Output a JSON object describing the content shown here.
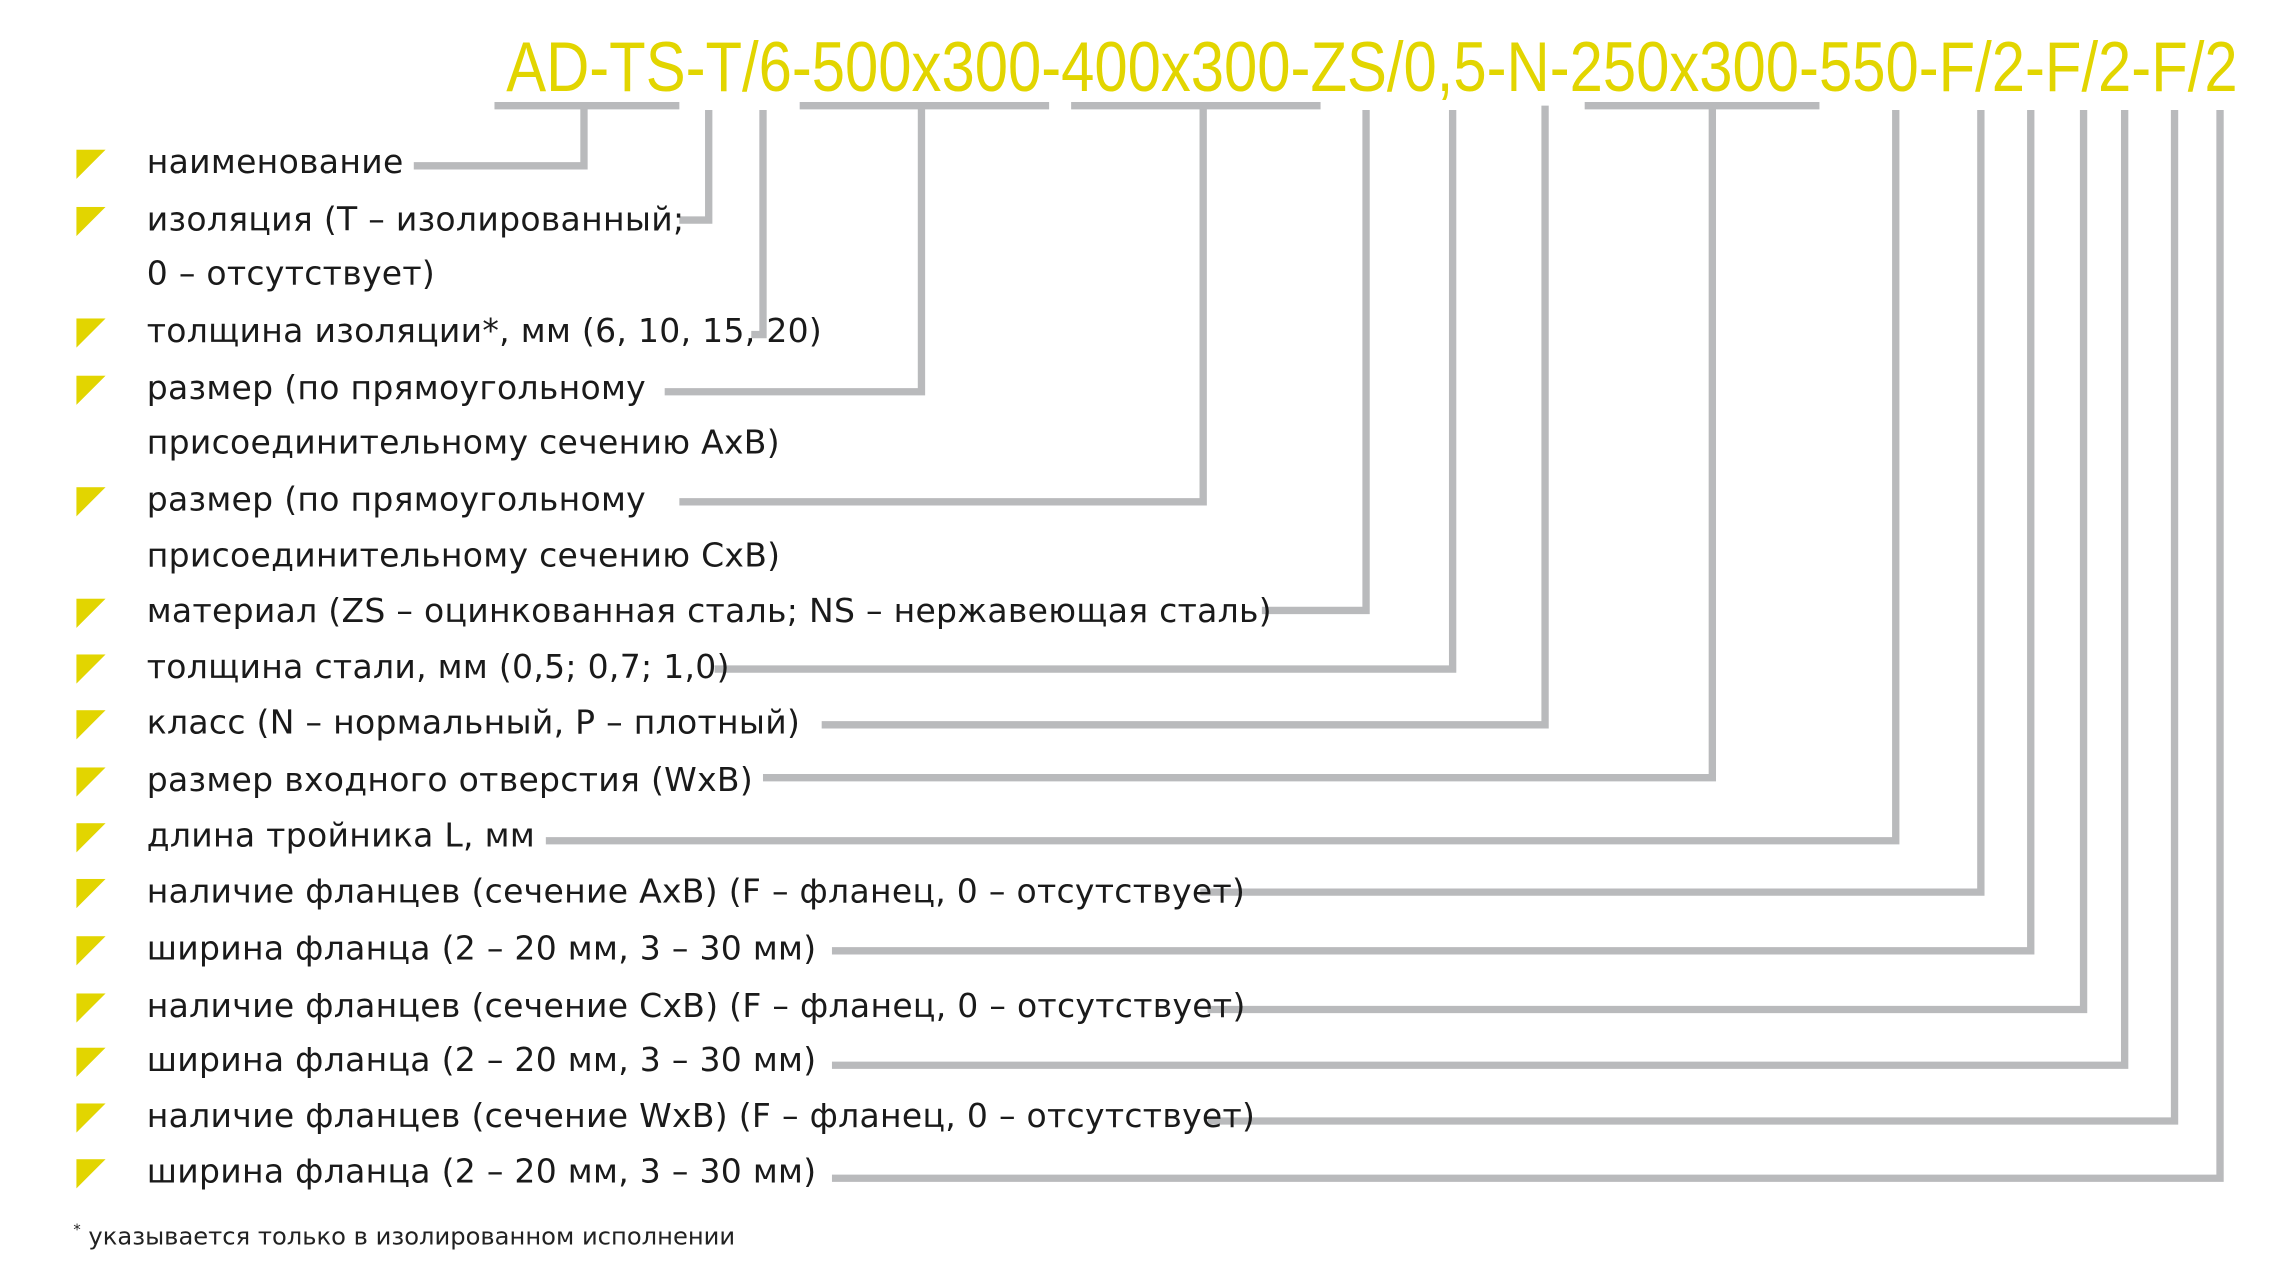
{
  "code": "AD-TS-T/6-500x300-400x300-ZS/0,5-N-250x300-550-F/2-F/2-F/2",
  "colors": {
    "accent": "#e2d500",
    "line": "#b9babc",
    "text": "#1a1a1a"
  },
  "items": [
    {
      "lines": [
        "наименование"
      ]
    },
    {
      "lines": [
        "изоляция (T – изолированный;",
        "0 – отсутствует)"
      ]
    },
    {
      "lines": [
        "толщина изоляции*, мм (6, 10, 15, 20)"
      ]
    },
    {
      "lines": [
        "размер (по прямоугольному",
        "присоединительному сечению AxB)"
      ]
    },
    {
      "lines": [
        "размер (по прямоугольному",
        "присоединительному сечению CxB)"
      ]
    },
    {
      "lines": [
        "материал (ZS – оцинкованная сталь; NS – нержавеющая сталь)"
      ]
    },
    {
      "lines": [
        "толщина стали, мм (0,5; 0,7; 1,0)"
      ]
    },
    {
      "lines": [
        "класс (N – нормальный, P – плотный)"
      ]
    },
    {
      "lines": [
        "размер входного отверстия (WxB)"
      ]
    },
    {
      "lines": [
        "длина тройника L, мм"
      ]
    },
    {
      "lines": [
        "наличие фланцев (сечение AxB) (F – фланец, 0 – отсутствует)"
      ]
    },
    {
      "lines": [
        "ширина фланца (2 – 20 мм, 3 – 30 мм)"
      ]
    },
    {
      "lines": [
        "наличие фланцев (сечение CxB) (F – фланец, 0 – отсутствует)"
      ]
    },
    {
      "lines": [
        "ширина фланца (2 – 20 мм, 3 – 30 мм)"
      ]
    },
    {
      "lines": [
        "наличие фланцев (сечение WxB) (F – фланец, 0 – отсутствует)"
      ]
    },
    {
      "lines": [
        "ширина фланца (2 – 20 мм, 3 – 30 мм)"
      ]
    }
  ],
  "footnote": {
    "mark": "*",
    "text": "указывается только в изолированном исполнении"
  }
}
